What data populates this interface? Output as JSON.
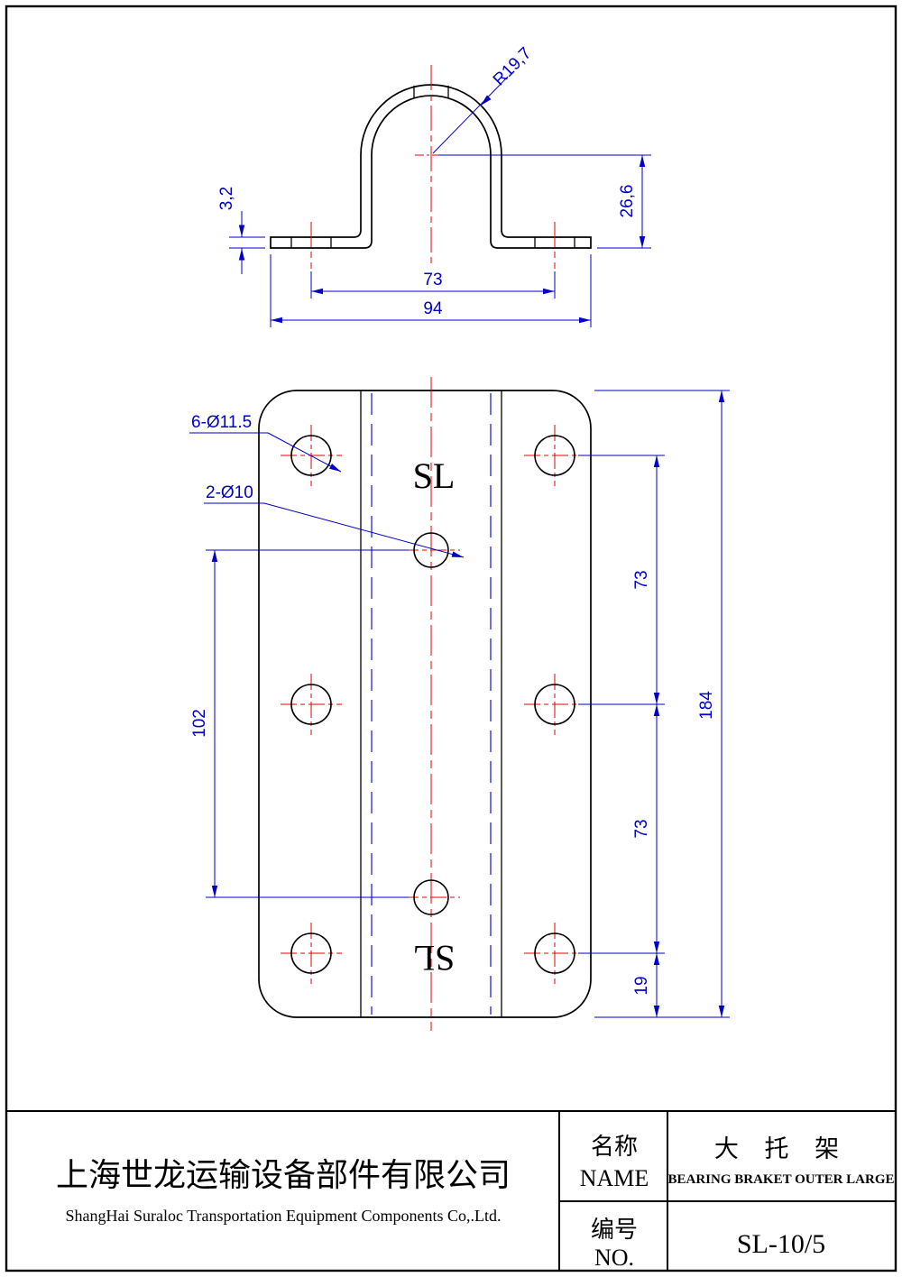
{
  "profile": {
    "radius_label": "R19,7",
    "thickness": "3,2",
    "height": "26,6",
    "width_inner": "73",
    "width_outer": "94"
  },
  "plate": {
    "label_large_holes": "6-Ø11.5",
    "label_small_holes": "2-Ø10",
    "mark_top": "SL",
    "mark_bottom": "SL",
    "dim_vertical_left": "102",
    "dim_right_upper": "73",
    "dim_right_lower": "73",
    "dim_right_total": "184",
    "dim_right_bottom": "19"
  },
  "title_block": {
    "company_cn": "上海世龙运输设备部件有限公司",
    "company_en": "ShangHai Suraloc Transportation Equipment Components Co,.Ltd.",
    "name_label_cn": "名称",
    "name_label_en": "NAME",
    "name_value_cn": "大 托 架",
    "name_value_en": "BEARING BRAKET OUTER LARGE",
    "no_label_cn": "编号",
    "no_label_en": "NO.",
    "no_value": "SL-10/5"
  },
  "colors": {
    "outline": "#000000",
    "dimension": "#0000c8",
    "centerline": "#e60000"
  }
}
